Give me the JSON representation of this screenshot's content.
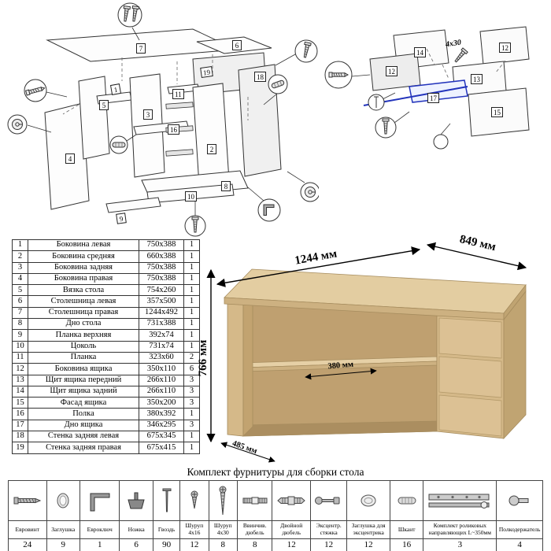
{
  "parts_table": {
    "rows": [
      {
        "num": "1",
        "name": "Боковина левая",
        "size": "750x388",
        "qty": "1"
      },
      {
        "num": "2",
        "name": "Боковина средняя",
        "size": "660x388",
        "qty": "1"
      },
      {
        "num": "3",
        "name": "Боковина задняя",
        "size": "750x388",
        "qty": "1"
      },
      {
        "num": "4",
        "name": "Боковина правая",
        "size": "750x388",
        "qty": "1"
      },
      {
        "num": "5",
        "name": "Вязка стола",
        "size": "754x260",
        "qty": "1"
      },
      {
        "num": "6",
        "name": "Столешница левая",
        "size": "357x500",
        "qty": "1"
      },
      {
        "num": "7",
        "name": "Столешница правая",
        "size": "1244x492",
        "qty": "1"
      },
      {
        "num": "8",
        "name": "Дно стола",
        "size": "731x388",
        "qty": "1"
      },
      {
        "num": "9",
        "name": "Планка верхняя",
        "size": "392x74",
        "qty": "1"
      },
      {
        "num": "10",
        "name": "Цоколь",
        "size": "731x74",
        "qty": "1"
      },
      {
        "num": "11",
        "name": "Планка",
        "size": "323x60",
        "qty": "2"
      },
      {
        "num": "12",
        "name": "Боковина ящика",
        "size": "350x110",
        "qty": "6"
      },
      {
        "num": "13",
        "name": "Щит ящика передний",
        "size": "266x110",
        "qty": "3"
      },
      {
        "num": "14",
        "name": "Щит ящика задний",
        "size": "266x110",
        "qty": "3"
      },
      {
        "num": "15",
        "name": "Фасад ящика",
        "size": "350x200",
        "qty": "3"
      },
      {
        "num": "16",
        "name": "Полка",
        "size": "380x392",
        "qty": "1"
      },
      {
        "num": "17",
        "name": "Дно ящика",
        "size": "346x295",
        "qty": "3"
      },
      {
        "num": "18",
        "name": "Стенка задняя левая",
        "size": "675x345",
        "qty": "1"
      },
      {
        "num": "19",
        "name": "Стенка задняя правая",
        "size": "675x415",
        "qty": "1"
      }
    ]
  },
  "desk": {
    "width_label": "1244 мм",
    "depth_label": "849 мм",
    "height_label": "766 мм",
    "shelf_label": "380 мм",
    "left_depth_label": "485 мм",
    "wood_color": "#d5b989"
  },
  "diagram_left": {
    "labels": [
      "7",
      "6",
      "19",
      "18",
      "5",
      "3",
      "1",
      "16",
      "2",
      "8",
      "10",
      "9",
      "11",
      "4"
    ]
  },
  "diagram_right": {
    "labels": [
      "14",
      "12",
      "12",
      "13",
      "17",
      "15"
    ],
    "screw_size_label": "4x30"
  },
  "hardware": {
    "title": "Комплект фурнитуры для сборки стола",
    "items": [
      {
        "name": "Евровинт",
        "qty": "24",
        "icon": "confirmat-screw-icon"
      },
      {
        "name": "Заглушка",
        "qty": "9",
        "icon": "cap-icon"
      },
      {
        "name": "Евроключ",
        "qty": "1",
        "icon": "hex-key-icon"
      },
      {
        "name": "Ножка",
        "qty": "6",
        "icon": "foot-icon"
      },
      {
        "name": "Гвоздь",
        "qty": "90",
        "icon": "nail-icon"
      },
      {
        "name": "Шуруп 4x16",
        "qty": "12",
        "icon": "screw-small-icon"
      },
      {
        "name": "Шуруп 4x30",
        "qty": "8",
        "icon": "screw-large-icon"
      },
      {
        "name": "Ввинчив. дюбель",
        "qty": "8",
        "icon": "threaded-dowel-icon"
      },
      {
        "name": "Двойной дюбель",
        "qty": "12",
        "icon": "double-dowel-icon"
      },
      {
        "name": "Эксцентр. стяжка",
        "qty": "12",
        "icon": "cam-bolt-icon"
      },
      {
        "name": "Заглушка для эксцентрика",
        "qty": "12",
        "icon": "cam-cap-icon"
      },
      {
        "name": "Шкант",
        "qty": "16",
        "icon": "wooden-dowel-icon"
      },
      {
        "name": "Комплект роликовых направляющих L~350мм",
        "qty": "3",
        "icon": "drawer-slide-icon"
      },
      {
        "name": "Полкодержатель",
        "qty": "4",
        "icon": "shelf-pin-icon"
      }
    ]
  }
}
